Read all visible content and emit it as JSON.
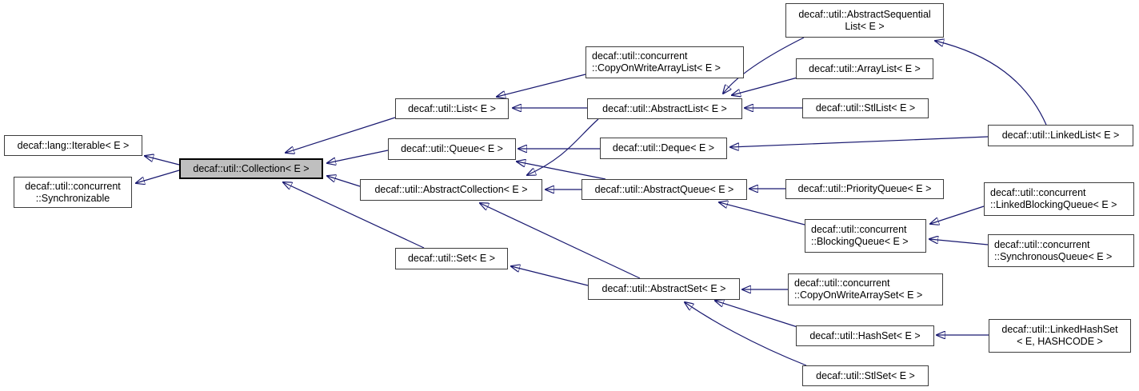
{
  "diagram": {
    "type": "inheritance-graph",
    "subject": "decaf::util::Collection< E >",
    "colors": {
      "edge": "#191970",
      "node_border": "#3d3d3d",
      "node_fill": "#ffffff",
      "selected_fill": "#bfbfbf",
      "background": "#ffffff"
    },
    "nodes": [
      {
        "id": "iterable",
        "label": "decaf::lang::Iterable< E >"
      },
      {
        "id": "synchronizable",
        "label": "decaf::util::concurrent\n::Synchronizable"
      },
      {
        "id": "collection",
        "label": "decaf::util::Collection< E >",
        "selected": true
      },
      {
        "id": "list",
        "label": "decaf::util::List< E >"
      },
      {
        "id": "queue",
        "label": "decaf::util::Queue< E >"
      },
      {
        "id": "abstract-collection",
        "label": "decaf::util::AbstractCollection< E >"
      },
      {
        "id": "set",
        "label": "decaf::util::Set< E >"
      },
      {
        "id": "copy-on-write-array-list",
        "label": "decaf::util::concurrent\n::CopyOnWriteArrayList< E >"
      },
      {
        "id": "abstract-list",
        "label": "decaf::util::AbstractList< E >"
      },
      {
        "id": "deque",
        "label": "decaf::util::Deque< E >"
      },
      {
        "id": "abstract-queue",
        "label": "decaf::util::AbstractQueue< E >"
      },
      {
        "id": "abstract-set",
        "label": "decaf::util::AbstractSet< E >"
      },
      {
        "id": "abstract-sequential-list",
        "label": "decaf::util::AbstractSequential\nList< E >"
      },
      {
        "id": "array-list",
        "label": "decaf::util::ArrayList< E >"
      },
      {
        "id": "stl-list",
        "label": "decaf::util::StlList< E >"
      },
      {
        "id": "linked-list",
        "label": "decaf::util::LinkedList< E >"
      },
      {
        "id": "priority-queue",
        "label": "decaf::util::PriorityQueue< E >"
      },
      {
        "id": "linked-blocking-queue",
        "label": "decaf::util::concurrent\n::LinkedBlockingQueue< E >"
      },
      {
        "id": "blocking-queue",
        "label": "decaf::util::concurrent\n::BlockingQueue< E >"
      },
      {
        "id": "synchronous-queue",
        "label": "decaf::util::concurrent\n::SynchronousQueue< E >"
      },
      {
        "id": "copy-on-write-array-set",
        "label": "decaf::util::concurrent\n::CopyOnWriteArraySet< E >"
      },
      {
        "id": "hash-set",
        "label": "decaf::util::HashSet< E >"
      },
      {
        "id": "linked-hash-set",
        "label": "decaf::util::LinkedHashSet\n< E, HASHCODE >"
      },
      {
        "id": "stl-set",
        "label": "decaf::util::StlSet< E >"
      }
    ],
    "edges": [
      {
        "from": "collection",
        "to": "iterable"
      },
      {
        "from": "collection",
        "to": "synchronizable"
      },
      {
        "from": "list",
        "to": "collection"
      },
      {
        "from": "queue",
        "to": "collection"
      },
      {
        "from": "abstract-collection",
        "to": "collection"
      },
      {
        "from": "set",
        "to": "collection"
      },
      {
        "from": "copy-on-write-array-list",
        "to": "list"
      },
      {
        "from": "abstract-list",
        "to": "list"
      },
      {
        "from": "abstract-list",
        "to": "abstract-collection"
      },
      {
        "from": "deque",
        "to": "queue"
      },
      {
        "from": "abstract-queue",
        "to": "queue"
      },
      {
        "from": "abstract-queue",
        "to": "abstract-collection"
      },
      {
        "from": "abstract-sequential-list",
        "to": "abstract-list"
      },
      {
        "from": "array-list",
        "to": "abstract-list"
      },
      {
        "from": "stl-list",
        "to": "abstract-list"
      },
      {
        "from": "linked-list",
        "to": "abstract-sequential-list"
      },
      {
        "from": "linked-list",
        "to": "deque"
      },
      {
        "from": "priority-queue",
        "to": "abstract-queue"
      },
      {
        "from": "blocking-queue",
        "to": "abstract-queue"
      },
      {
        "from": "linked-blocking-queue",
        "to": "blocking-queue"
      },
      {
        "from": "synchronous-queue",
        "to": "blocking-queue"
      },
      {
        "from": "abstract-set",
        "to": "set"
      },
      {
        "from": "abstract-set",
        "to": "abstract-collection"
      },
      {
        "from": "copy-on-write-array-set",
        "to": "abstract-set"
      },
      {
        "from": "hash-set",
        "to": "abstract-set"
      },
      {
        "from": "stl-set",
        "to": "abstract-set"
      },
      {
        "from": "linked-hash-set",
        "to": "hash-set"
      }
    ]
  }
}
